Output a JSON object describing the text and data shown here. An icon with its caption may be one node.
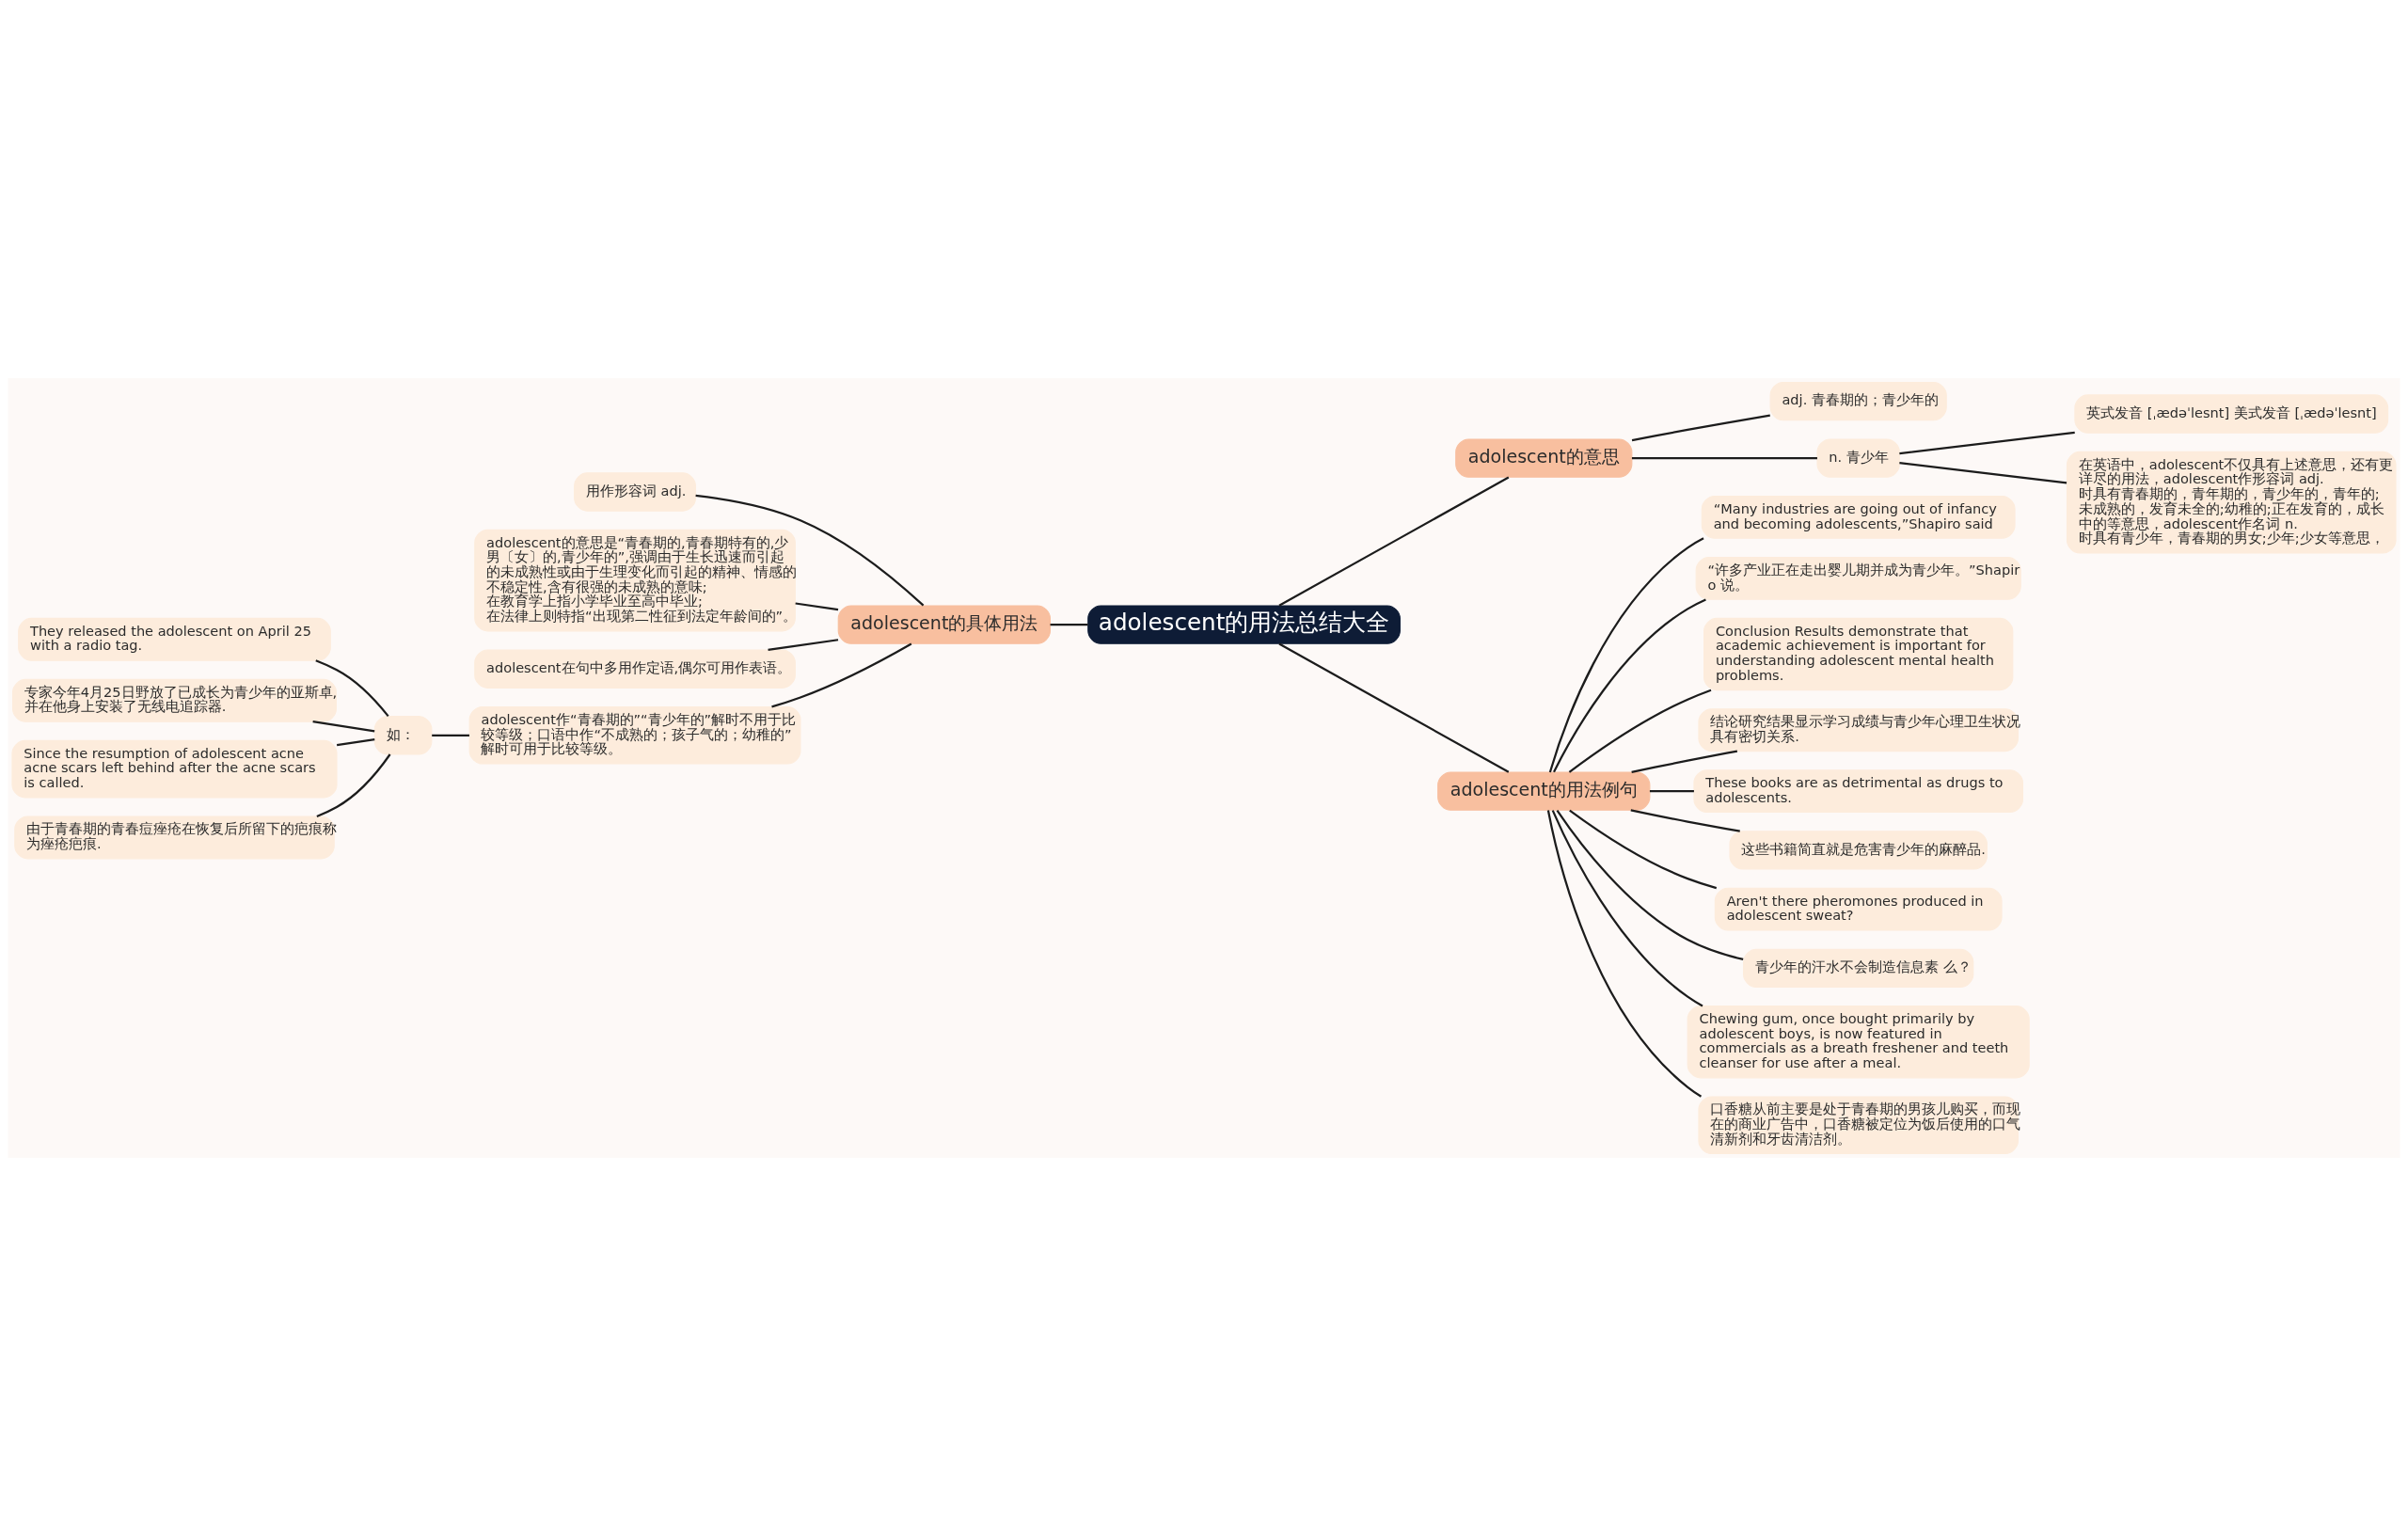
{
  "diagram": {
    "nodes": [
      {
        "text": [
          "adolescent的用法总结大全"
        ]
      },
      {
        "text": [
          "adolescent的具体用法"
        ]
      },
      {
        "text": [
          "用作形容词 adj."
        ]
      },
      {
        "text": [
          "adolescent的意思是“青春期的,青春期特有的,少男〔女〕的,青少年的”,强调由于生长迅速而引起的未成熟性或由于生理变化而引起的精神、情感的不稳定性,含有很强的未成熟的意味; 在教育学上指小学毕业至高中毕业; 在法律上则特指“出现第二性征到法定年龄间的”。"
        ]
      },
      {
        "text": [
          "adolescent在句中多用作定语,偶尔可用作表语。"
        ]
      },
      {
        "text": [
          "adolescent作“青春期的”“青少年的”解时不用于比较等级；口语中作“不成熟的；孩子气的；幼稚的”解时可用于比较等级。"
        ]
      },
      {
        "text": [
          "如："
        ]
      },
      {
        "text": [
          "They released the adolescent on April 25 with a radio tag."
        ]
      },
      {
        "text": [
          "专家今年4月25日野放了已成长为青少年的亚斯卓,并在他身上安装了无线电追踪器."
        ]
      },
      {
        "text": [
          "Since the resumption of adolescent acne acne scars left behind after the acne scars is called."
        ]
      },
      {
        "text": [
          "由于青春期的青春痘痤疮在恢复后所留下的疤痕称为痤疮疤痕."
        ]
      },
      {
        "text": [
          "adolescent的意思"
        ]
      },
      {
        "text": [
          "adj. 青春期的；青少年的"
        ]
      },
      {
        "text": [
          "n. 青少年"
        ]
      },
      {
        "text": [
          "英式发音 [ˌædəˈlesnt] 美式发音 [ˌædəˈlesnt]"
        ]
      },
      {
        "text": [
          "在英语中，adolescent不仅具有上述意思，还有更详尽的用法，adolescent作形容词 adj. 时具有青春期的，青年期的，青少年的，青年的;未成熟的，发育未全的;幼稚的;正在发育的，成长中的等意思，adolescent作名词 n. 时具有青少年，青春期的男女;少年;少女等意思，"
        ]
      },
      {
        "text": [
          "adolescent的用法例句"
        ]
      },
      {
        "text": [
          "“Many industries are going out of infancy and becoming adolescents,”Shapiro said"
        ]
      },
      {
        "text": [
          "“许多产业正在走出婴儿期并成为青少年。”Shapiro 说。"
        ]
      },
      {
        "text": [
          "Conclusion Results demonstrate that academic achievement is important for understanding adolescent mental health problems."
        ]
      },
      {
        "text": [
          "结论研究结果显示学习成绩与青少年心理卫生状况具有密切关系."
        ]
      },
      {
        "text": [
          "These books are as detrimental as drugs to adolescents."
        ]
      },
      {
        "text": [
          "这些书籍简直就是危害青少年的麻醉品."
        ]
      },
      {
        "text": [
          "Aren't there pheromones produced in adolescent sweat?"
        ]
      },
      {
        "text": [
          "青少年的汗水不会制造信息素 么？"
        ]
      },
      {
        "text": [
          "Chewing gum, once bought primarily by adolescent boys, is now featured in commercials as a breath freshener and teeth cleanser for use after a meal."
        ]
      },
      {
        "text": [
          "口香糖从前主要是处于青春期的男孩儿购买，而现在的商业广告中，口香糖被定位为饭后使用的口气清新剂和牙齿清洁剂。"
        ]
      }
    ],
    "edges": [
      {
        "from": 0,
        "to": 1,
        "arrow": "none"
      },
      {
        "from": 1,
        "to": 2,
        "arrow": "none"
      },
      {
        "from": 1,
        "to": 3,
        "arrow": "none"
      },
      {
        "from": 1,
        "to": 4,
        "arrow": "none"
      },
      {
        "from": 1,
        "to": 5,
        "arrow": "none"
      },
      {
        "from": 5,
        "to": 6,
        "arrow": "none"
      },
      {
        "from": 6,
        "to": 7,
        "arrow": "none"
      },
      {
        "from": 6,
        "to": 8,
        "arrow": "none"
      },
      {
        "from": 6,
        "to": 9,
        "arrow": "none"
      },
      {
        "from": 6,
        "to": 10,
        "arrow": "none"
      },
      {
        "from": 0,
        "to": 11,
        "arrow": "none"
      },
      {
        "from": 11,
        "to": 12,
        "arrow": "none"
      },
      {
        "from": 11,
        "to": 13,
        "arrow": "none"
      },
      {
        "from": 13,
        "to": 14,
        "arrow": "none"
      },
      {
        "from": 13,
        "to": 15,
        "arrow": "none"
      },
      {
        "from": 0,
        "to": 16,
        "arrow": "none"
      },
      {
        "from": 16,
        "to": 17,
        "arrow": "none"
      },
      {
        "from": 16,
        "to": 18,
        "arrow": "none"
      },
      {
        "from": 16,
        "to": 19,
        "arrow": "none"
      },
      {
        "from": 16,
        "to": 20,
        "arrow": "none"
      },
      {
        "from": 16,
        "to": 21,
        "arrow": "none"
      },
      {
        "from": 16,
        "to": 22,
        "arrow": "none"
      },
      {
        "from": 16,
        "to": 23,
        "arrow": "none"
      },
      {
        "from": 16,
        "to": 24,
        "arrow": "none"
      },
      {
        "from": 16,
        "to": 25,
        "arrow": "none"
      },
      {
        "from": 16,
        "to": 26,
        "arrow": "none"
      }
    ]
  }
}
